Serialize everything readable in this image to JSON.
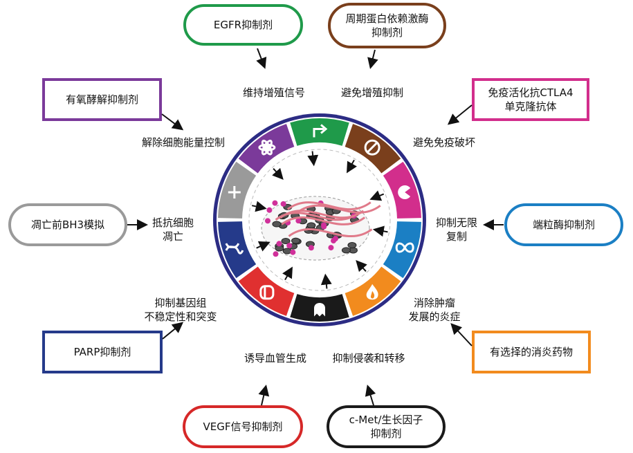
{
  "drugs": {
    "egfr": "EGFR抑制剂",
    "cdk": "周期蛋白依赖激酶\n抑制剂",
    "ctla4": "免疫活化抗CTLA4\n单克隆抗体",
    "telomerase": "端粒酶抑制剂",
    "antiinflam": "有选择的消炎药物",
    "cmet": "c-Met/生长因子\n抑制剂",
    "vegf": "VEGF信号抑制剂",
    "parp": "PARP抑制剂",
    "bh3": "凋亡前BH3模拟",
    "glycolysis": "有氧酵解抑制剂"
  },
  "hallmarks": {
    "sustain": "维持增殖信号",
    "evade_growth": "避免增殖抑制",
    "evade_immune": "避免免疫破坏",
    "immortality": "抑制无限\n复制",
    "inflammation": "消除肿瘤\n发展的炎症",
    "invasion": "抑制侵袭和转移",
    "angiogenesis": "诱导血管生成",
    "genome": "抑制基因组\n不稳定性和突变",
    "apoptosis": "抵抗细胞\n凋亡",
    "energetics": "解除细胞能量控制"
  },
  "colors": {
    "ring_border": "#2c2c84",
    "green": "#1f9a4a",
    "brown": "#7a3f1c",
    "magenta": "#d22e8c",
    "blue": "#1b7fc4",
    "orange": "#f28b1e",
    "black": "#1a1a1a",
    "red": "#e03030",
    "navy": "#253a8a",
    "gray": "#9a9a9a",
    "purple": "#7b3a9a"
  }
}
